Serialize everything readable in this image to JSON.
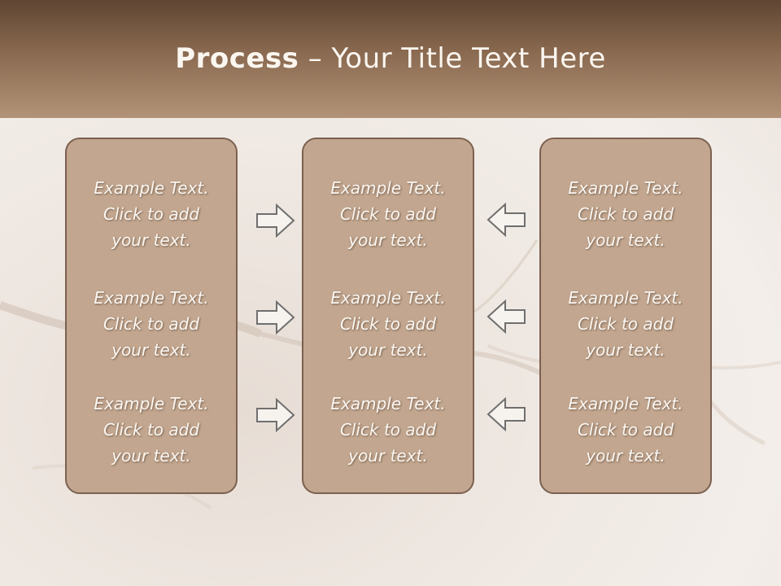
{
  "slide": {
    "title_bold": "Process",
    "title_rest": " – Your Title Text Here"
  },
  "columns": [
    {
      "items": [
        {
          "lines": [
            "Example Text.",
            "Click  to add",
            "your text."
          ]
        },
        {
          "lines": [
            "Example Text.",
            "Click  to add",
            "your text."
          ]
        },
        {
          "lines": [
            "Example Text.",
            "Click  to add",
            "your text."
          ]
        }
      ]
    },
    {
      "items": [
        {
          "lines": [
            "Example Text.",
            "Click  to add",
            "your text."
          ]
        },
        {
          "lines": [
            "Example Text.",
            "Click  to add",
            "your text."
          ]
        },
        {
          "lines": [
            "Example Text.",
            "Click  to add",
            "your text."
          ]
        }
      ]
    },
    {
      "items": [
        {
          "lines": [
            "Example Text.",
            "Click  to add",
            "your text."
          ]
        },
        {
          "lines": [
            "Example Text.",
            "Click  to add",
            "your text."
          ]
        },
        {
          "lines": [
            "Example Text.",
            "Click  to add",
            "your text."
          ]
        }
      ]
    }
  ],
  "arrows": {
    "left_group": "right-arrow-icon",
    "right_group": "left-arrow-icon"
  },
  "colors": {
    "header": "#8a6a50",
    "box_fill": "#c2a68f",
    "box_border": "#7b6150"
  }
}
